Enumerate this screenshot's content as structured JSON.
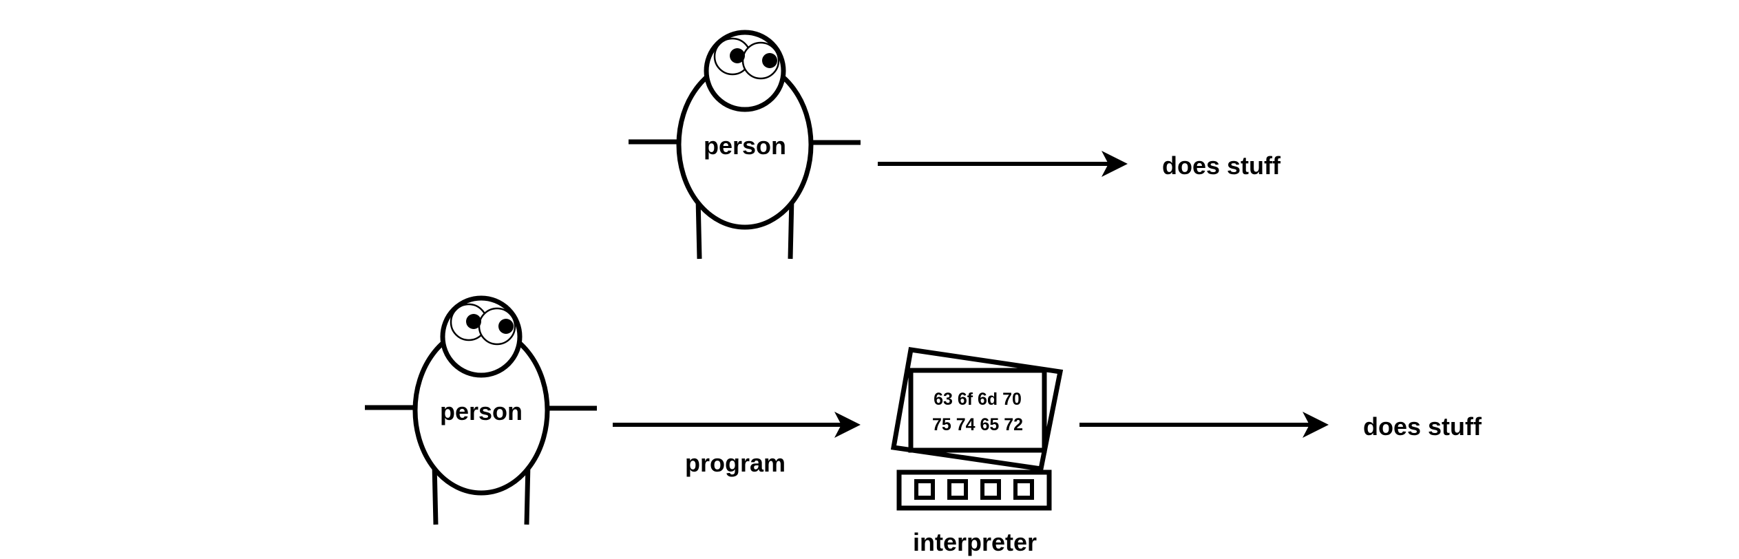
{
  "top_row": {
    "person_label": "person",
    "output_label": "does stuff"
  },
  "bottom_row": {
    "person_label": "person",
    "arrow_label": "program",
    "interpreter": {
      "screen_line_1": "63 6f 6d 70",
      "screen_line_2": "75 74 65 72",
      "label": "interpreter"
    },
    "output_label": "does stuff"
  },
  "colors": {
    "ink": "#000000",
    "background": "#ffffff"
  }
}
